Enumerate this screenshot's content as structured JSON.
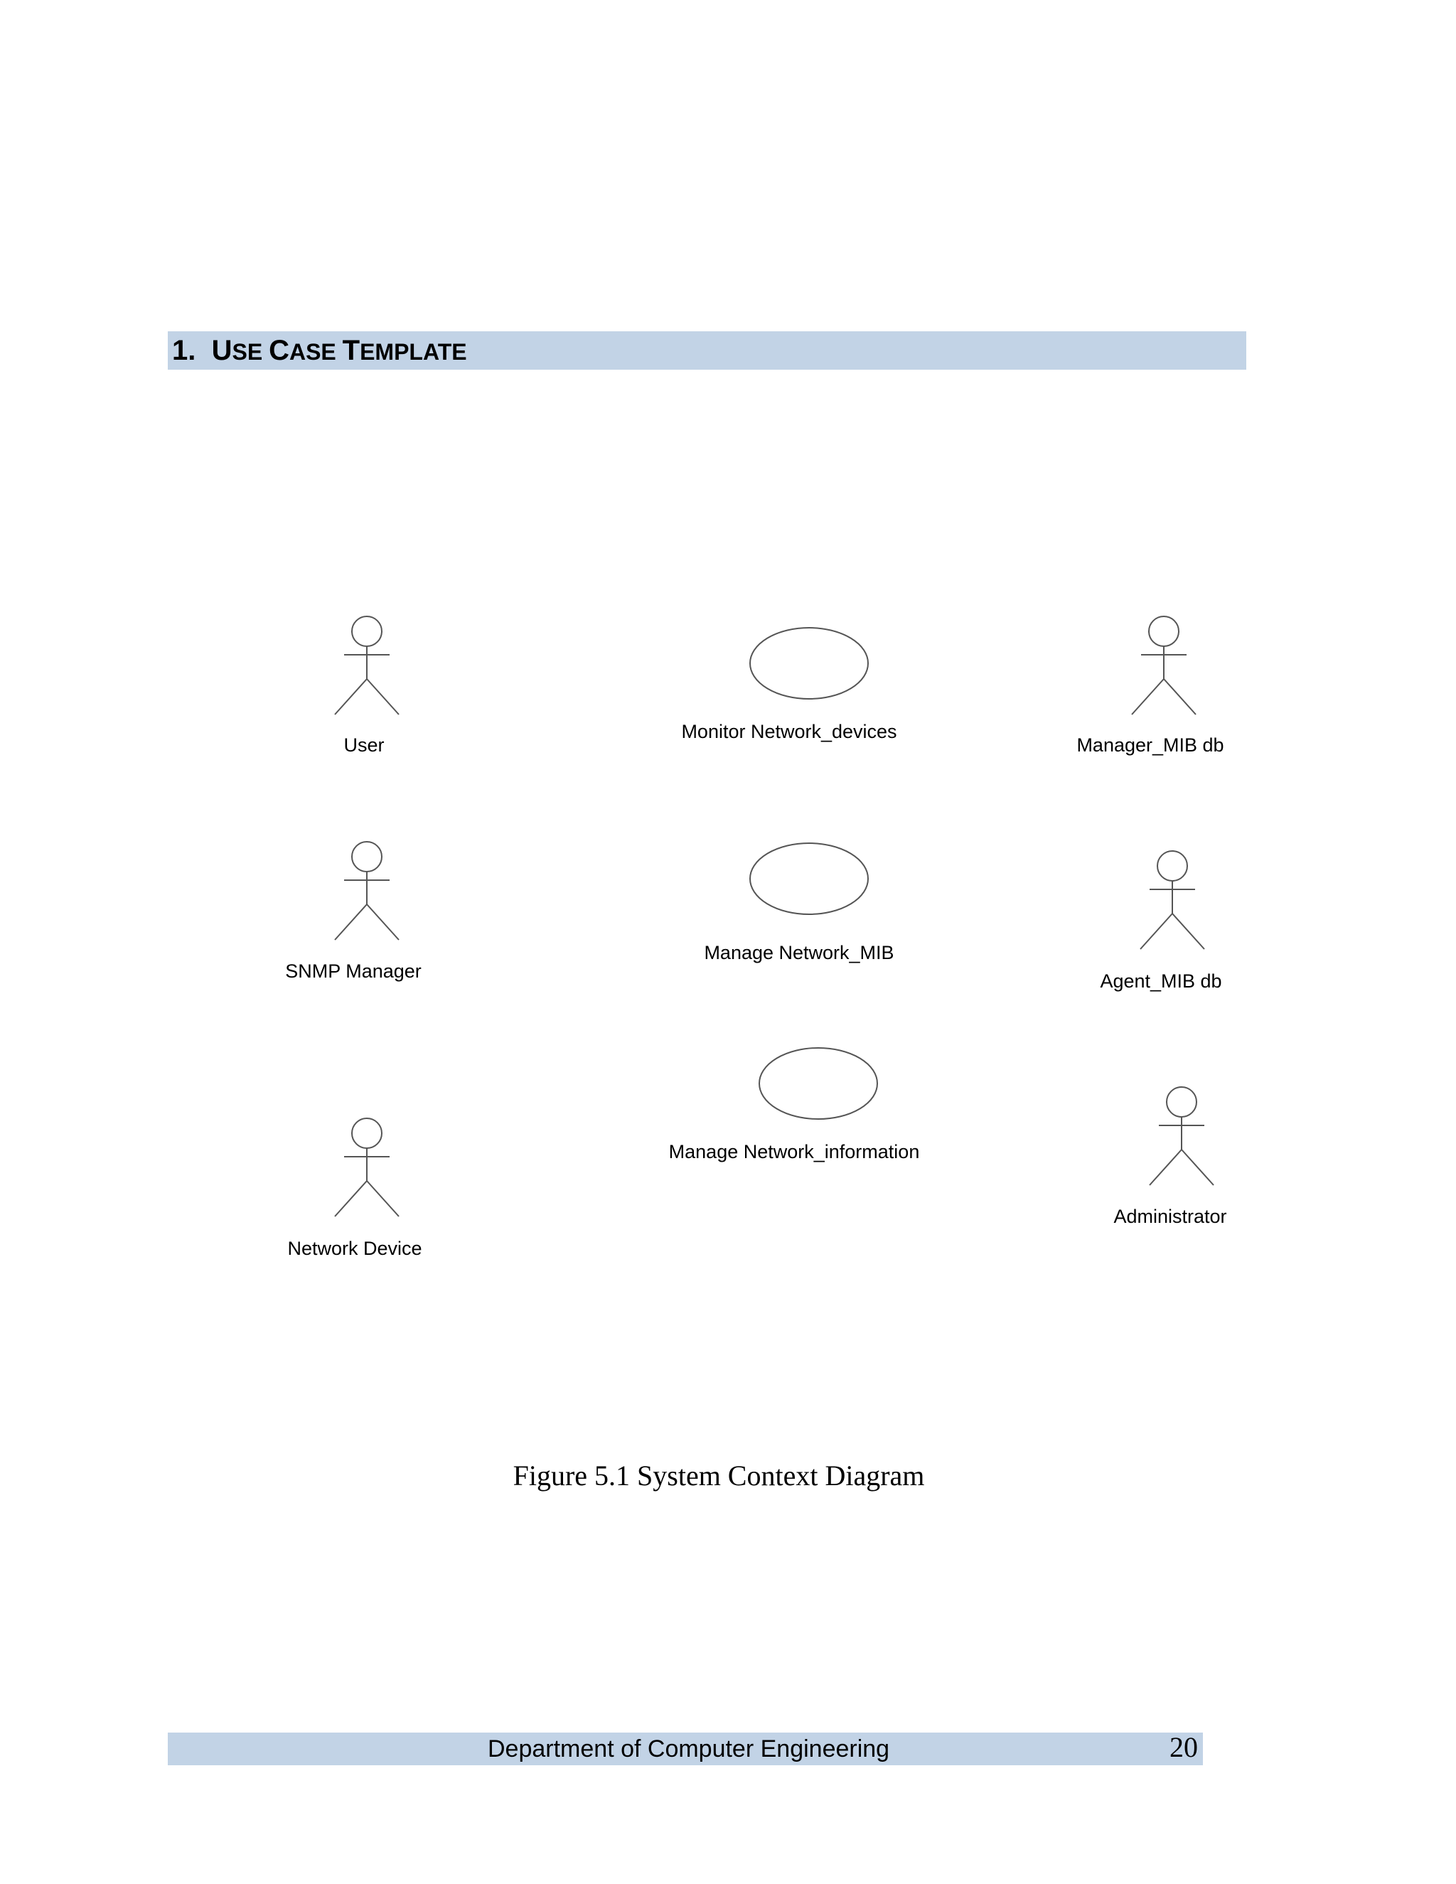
{
  "heading": {
    "number": "1.",
    "title_parts": [
      "U",
      "SE ",
      "C",
      "ASE ",
      "T",
      "EMPLATE"
    ]
  },
  "diagram": {
    "actors": [
      {
        "id": "user",
        "label": "User"
      },
      {
        "id": "snmp-manager",
        "label": "SNMP Manager"
      },
      {
        "id": "network-device",
        "label": "Network Device"
      },
      {
        "id": "manager-mib-db",
        "label": "Manager_MIB db"
      },
      {
        "id": "agent-mib-db",
        "label": "Agent_MIB db"
      },
      {
        "id": "administrator",
        "label": "Administrator"
      }
    ],
    "use_cases": [
      {
        "id": "monitor-network-devices",
        "label": "Monitor Network_devices"
      },
      {
        "id": "manage-network-mib",
        "label": "Manage Network_MIB"
      },
      {
        "id": "manage-network-information",
        "label": "Manage Network_information"
      }
    ]
  },
  "caption": "Figure 5.1 System Context Diagram",
  "footer": {
    "department": "Department of Computer Engineering",
    "page_number": "20"
  }
}
